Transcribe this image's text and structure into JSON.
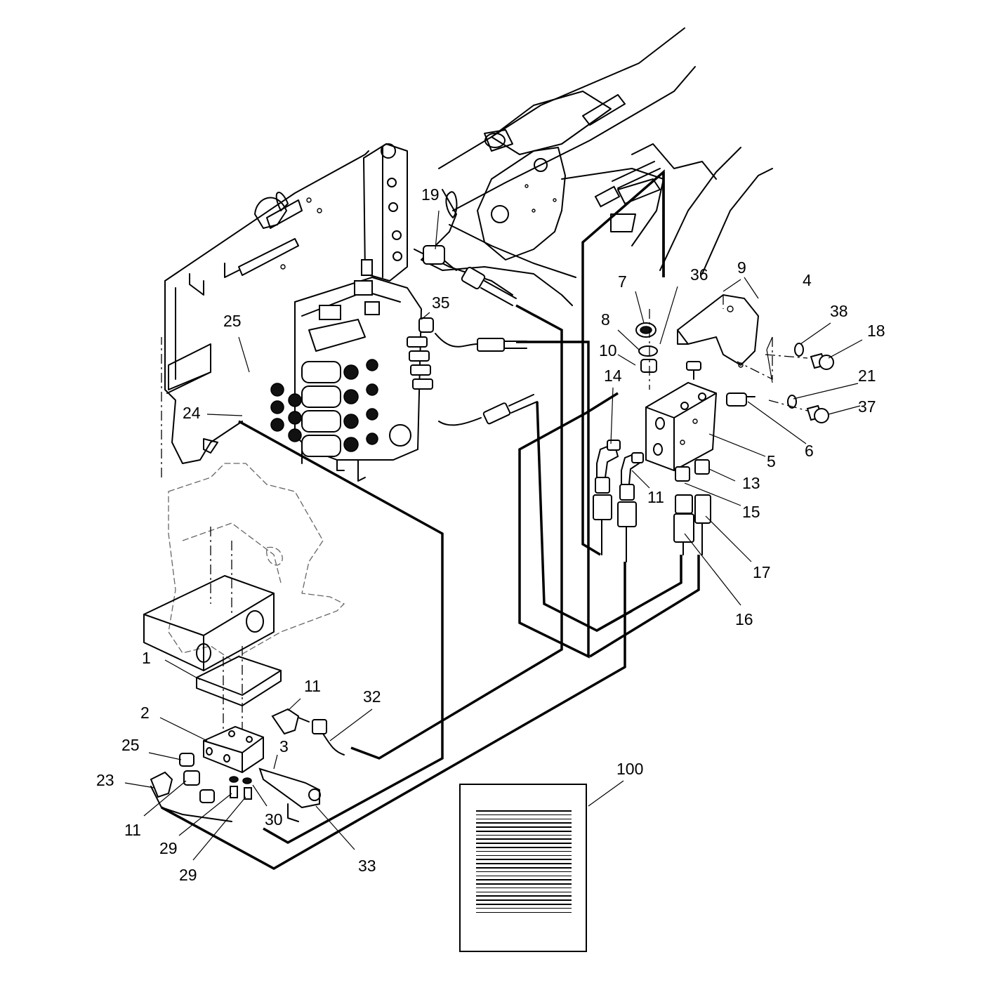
{
  "diagram": {
    "callouts": [
      {
        "id": "c1",
        "text": "1"
      },
      {
        "id": "c2",
        "text": "2"
      },
      {
        "id": "c3",
        "text": "3"
      },
      {
        "id": "c4",
        "text": "4"
      },
      {
        "id": "c5",
        "text": "5"
      },
      {
        "id": "c6",
        "text": "6"
      },
      {
        "id": "c7",
        "text": "7"
      },
      {
        "id": "c8",
        "text": "8"
      },
      {
        "id": "c9",
        "text": "9"
      },
      {
        "id": "c10",
        "text": "10"
      },
      {
        "id": "c11a",
        "text": "11"
      },
      {
        "id": "c11b",
        "text": "11"
      },
      {
        "id": "c11c",
        "text": "11"
      },
      {
        "id": "c13",
        "text": "13"
      },
      {
        "id": "c14",
        "text": "14"
      },
      {
        "id": "c15",
        "text": "15"
      },
      {
        "id": "c16",
        "text": "16"
      },
      {
        "id": "c17",
        "text": "17"
      },
      {
        "id": "c18",
        "text": "18"
      },
      {
        "id": "c19",
        "text": "19"
      },
      {
        "id": "c21",
        "text": "21"
      },
      {
        "id": "c23",
        "text": "23"
      },
      {
        "id": "c24",
        "text": "24"
      },
      {
        "id": "c25a",
        "text": "25"
      },
      {
        "id": "c25b",
        "text": "25"
      },
      {
        "id": "c29a",
        "text": "29"
      },
      {
        "id": "c29b",
        "text": "29"
      },
      {
        "id": "c30",
        "text": "30"
      },
      {
        "id": "c32",
        "text": "32"
      },
      {
        "id": "c33",
        "text": "33"
      },
      {
        "id": "c35",
        "text": "35"
      },
      {
        "id": "c36",
        "text": "36"
      },
      {
        "id": "c37",
        "text": "37"
      },
      {
        "id": "c38",
        "text": "38"
      },
      {
        "id": "c100",
        "text": "100"
      }
    ]
  }
}
